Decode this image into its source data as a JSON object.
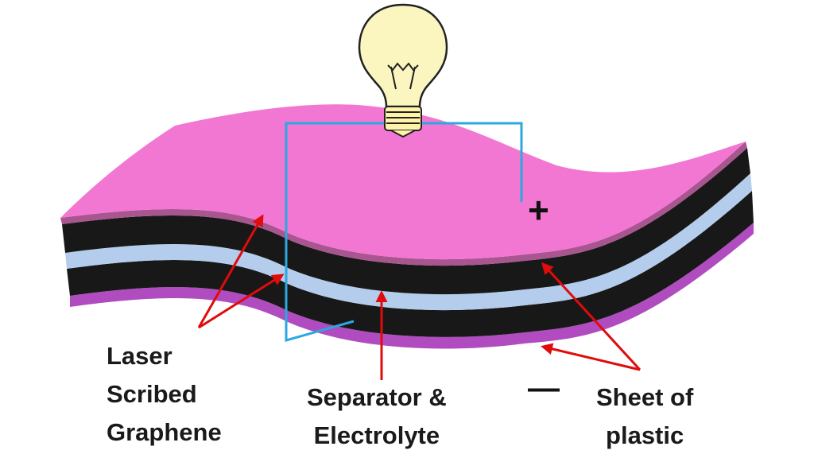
{
  "colors": {
    "top_surface": "#f277d2",
    "top_edge": "#a85590",
    "electrode": "#181818",
    "separator": "#b4cdec",
    "bottom_sheet": "#b04cc0",
    "wire": "#2aa8e0",
    "arrow": "#e00b0b",
    "bulb_glass": "#fbf6c0",
    "bulb_base": "#fff3a8"
  },
  "icons": {
    "bulb": "light-bulb-icon"
  },
  "terminals": {
    "positive": "+",
    "negative": "—"
  },
  "labels": {
    "graphene": {
      "line1": "Laser",
      "line2": "Scribed",
      "line3": "Graphene"
    },
    "separator": {
      "line1": "Separator &",
      "line2": "Electrolyte"
    },
    "plastic": {
      "line1": "Sheet of",
      "line2": "plastic"
    }
  }
}
